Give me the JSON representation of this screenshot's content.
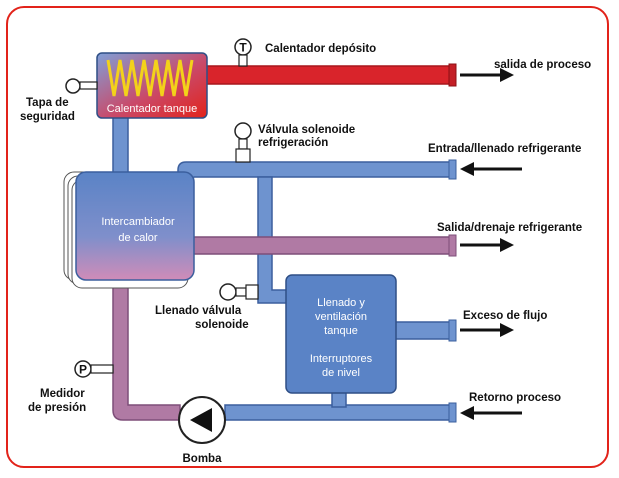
{
  "colors": {
    "frame": "#e2231a",
    "cold_pipe": "#6e93cf",
    "pipe_outline": "#3b5f9e",
    "hot_pipe": "#d9242b",
    "mixed_pipe": "#b07aa4",
    "tank": "#5a83c6",
    "heater_coil": "#f3d21a"
  },
  "icons": {
    "thermometer": "T-in-circle",
    "pressure": "P-in-circle",
    "pump": "triangle-in-circle",
    "arrows": "filled-arrowheads"
  },
  "labels": {
    "calentador_deposito": "Calentador depósito",
    "salida_proceso": "salida de proceso",
    "tapa_seguridad_1": "Tapa de",
    "tapa_seguridad_2": "seguridad",
    "calentador_tanque": "Calentador tanque",
    "valvula_solenoide_1": "Válvula solenoide",
    "valvula_solenoide_2": "refrigeración",
    "entrada_refrigerante": "Entrada/llenado refrigerante",
    "intercambiador_1": "Intercambiador",
    "intercambiador_2": "de calor",
    "salida_drenaje": "Salida/drenaje refrigerante",
    "llenado_valvula_1": "Llenado válvula",
    "llenado_valvula_2": "solenoide",
    "llenado_ventilacion_1": "Llenado y",
    "llenado_ventilacion_2": "ventilación",
    "llenado_ventilacion_3": "tanque",
    "interruptores_1": "Interruptores",
    "interruptores_2": "de nivel",
    "exceso_flujo": "Exceso de flujo",
    "medidor_presion_1": "Medidor",
    "medidor_presion_2": "de presión",
    "retorno_proceso": "Retorno proceso",
    "bomba": "Bomba",
    "symbol_t": "T",
    "symbol_p": "P"
  }
}
